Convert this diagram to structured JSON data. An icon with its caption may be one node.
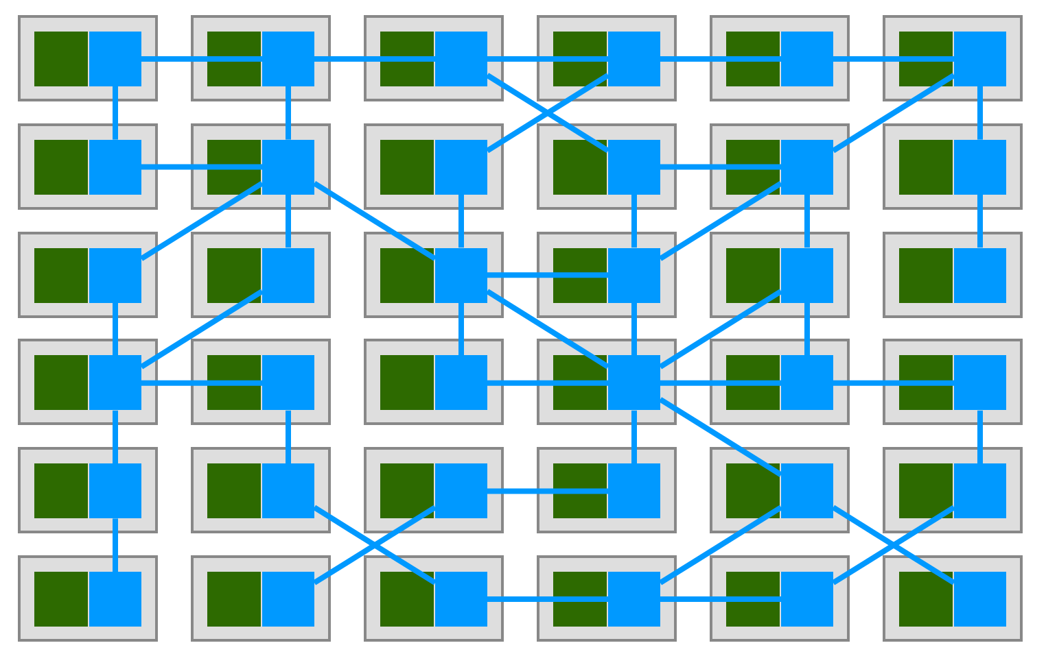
{
  "diagram": {
    "nodes": [
      {
        "text": [],
        "shape": "box"
      },
      {
        "text": [],
        "shape": "box",
        "in": 0
      },
      {
        "text": [],
        "shape": "box"
      },
      {
        "text": [],
        "shape": "box",
        "in": 2
      },
      {
        "text": [],
        "shape": "box"
      },
      {
        "text": [],
        "shape": "box",
        "in": 4
      },
      {
        "text": [],
        "shape": "box"
      },
      {
        "text": [],
        "shape": "box",
        "in": 6
      },
      {
        "text": [],
        "shape": "box"
      },
      {
        "text": [],
        "shape": "box",
        "in": 8
      },
      {
        "text": [],
        "shape": "box"
      },
      {
        "text": [],
        "shape": "box",
        "in": 10
      },
      {
        "text": [],
        "shape": "box"
      },
      {
        "text": [],
        "shape": "box",
        "in": 12
      },
      {
        "text": [],
        "shape": "box"
      },
      {
        "text": [],
        "shape": "box",
        "in": 14
      },
      {
        "text": [],
        "shape": "box"
      },
      {
        "text": [],
        "shape": "box",
        "in": 16
      },
      {
        "text": [],
        "shape": "box"
      },
      {
        "text": [],
        "shape": "box",
        "in": 18
      },
      {
        "text": [],
        "shape": "box"
      },
      {
        "text": [],
        "shape": "box",
        "in": 20
      },
      {
        "text": [],
        "shape": "box"
      },
      {
        "text": [],
        "shape": "box",
        "in": 22
      },
      {
        "text": [],
        "shape": "box"
      },
      {
        "text": [],
        "shape": "box",
        "in": 24
      },
      {
        "text": [],
        "shape": "box"
      },
      {
        "text": [],
        "shape": "box",
        "in": 26
      },
      {
        "text": [],
        "shape": "box"
      },
      {
        "text": [],
        "shape": "box",
        "in": 28
      },
      {
        "text": [],
        "shape": "box"
      },
      {
        "text": [],
        "shape": "box",
        "in": 30
      },
      {
        "text": [],
        "shape": "box"
      },
      {
        "text": [],
        "shape": "box",
        "in": 32
      },
      {
        "text": [],
        "shape": "box"
      },
      {
        "text": [],
        "shape": "box",
        "in": 34
      },
      {
        "text": [],
        "shape": "box"
      },
      {
        "text": [],
        "shape": "box",
        "in": 36
      },
      {
        "text": [],
        "shape": "box"
      },
      {
        "text": [],
        "shape": "box",
        "in": 38
      },
      {
        "text": [],
        "shape": "box"
      },
      {
        "text": [],
        "shape": "box",
        "in": 40
      },
      {
        "text": [],
        "shape": "box"
      },
      {
        "text": [],
        "shape": "box",
        "in": 42
      },
      {
        "text": [],
        "shape": "box"
      },
      {
        "text": [],
        "shape": "box",
        "in": 44
      },
      {
        "text": [],
        "shape": "box"
      },
      {
        "text": [],
        "shape": "box",
        "in": 46
      },
      {
        "text": [],
        "shape": "box"
      },
      {
        "text": [],
        "shape": "box",
        "in": 48
      },
      {
        "text": [],
        "shape": "box"
      },
      {
        "text": [],
        "shape": "box",
        "in": 50
      },
      {
        "text": [],
        "shape": "box"
      },
      {
        "text": [],
        "shape": "box",
        "in": 52
      },
      {
        "text": [],
        "shape": "box"
      },
      {
        "text": [],
        "shape": "box",
        "in": 54
      },
      {
        "text": [],
        "shape": "box"
      },
      {
        "text": [],
        "shape": "box",
        "in": 56
      },
      {
        "text": [],
        "shape": "box"
      },
      {
        "text": [],
        "shape": "box",
        "in": 58
      },
      {
        "text": [],
        "shape": "box"
      },
      {
        "text": [],
        "shape": "box",
        "in": 60
      },
      {
        "text": [],
        "shape": "box"
      },
      {
        "text": [],
        "shape": "box",
        "in": 62
      },
      {
        "text": [],
        "shape": "box"
      },
      {
        "text": [],
        "shape": "box",
        "in": 64
      },
      {
        "text": [],
        "shape": "box"
      },
      {
        "text": [],
        "shape": "box",
        "in": 66
      },
      {
        "text": [],
        "shape": "box"
      },
      {
        "text": [],
        "shape": "box",
        "in": 68
      },
      {
        "text": [],
        "shape": "box"
      },
      {
        "text": [],
        "shape": "box",
        "in": 70
      }
    ],
    "edges": [
      {
        "from": 1,
        "to": 3,
        "arrow": "none"
      },
      {
        "from": 3,
        "to": 5,
        "arrow": "none"
      },
      {
        "from": 5,
        "to": 7,
        "arrow": "none"
      },
      {
        "from": 7,
        "to": 9,
        "arrow": "none"
      },
      {
        "from": 9,
        "to": 11,
        "arrow": "none"
      },
      {
        "from": 5,
        "to": 19,
        "arrow": "none"
      },
      {
        "from": 7,
        "to": 17,
        "arrow": "none"
      },
      {
        "from": 11,
        "to": 21,
        "arrow": "none"
      },
      {
        "from": 1,
        "to": 13,
        "arrow": "none"
      },
      {
        "from": 3,
        "to": 15,
        "arrow": "none"
      },
      {
        "from": 11,
        "to": 23,
        "arrow": "none"
      },
      {
        "from": 13,
        "to": 15,
        "arrow": "none"
      },
      {
        "from": 19,
        "to": 21,
        "arrow": "none"
      },
      {
        "from": 15,
        "to": 25,
        "arrow": "none"
      },
      {
        "from": 15,
        "to": 27,
        "arrow": "none"
      },
      {
        "from": 15,
        "to": 29,
        "arrow": "none"
      },
      {
        "from": 17,
        "to": 29,
        "arrow": "none"
      },
      {
        "from": 19,
        "to": 31,
        "arrow": "none"
      },
      {
        "from": 21,
        "to": 31,
        "arrow": "none"
      },
      {
        "from": 21,
        "to": 33,
        "arrow": "none"
      },
      {
        "from": 23,
        "to": 35,
        "arrow": "none"
      },
      {
        "from": 25,
        "to": 37,
        "arrow": "none"
      },
      {
        "from": 27,
        "to": 37,
        "arrow": "none"
      },
      {
        "from": 29,
        "to": 31,
        "arrow": "none"
      },
      {
        "from": 29,
        "to": 41,
        "arrow": "none"
      },
      {
        "from": 29,
        "to": 43,
        "arrow": "none"
      },
      {
        "from": 31,
        "to": 43,
        "arrow": "none"
      },
      {
        "from": 33,
        "to": 43,
        "arrow": "none"
      },
      {
        "from": 33,
        "to": 45,
        "arrow": "none"
      },
      {
        "from": 37,
        "to": 39,
        "arrow": "none"
      },
      {
        "from": 41,
        "to": 43,
        "arrow": "none"
      },
      {
        "from": 43,
        "to": 45,
        "arrow": "none"
      },
      {
        "from": 45,
        "to": 47,
        "arrow": "none"
      },
      {
        "from": 37,
        "to": 49,
        "arrow": "none"
      },
      {
        "from": 39,
        "to": 51,
        "arrow": "none"
      },
      {
        "from": 43,
        "to": 55,
        "arrow": "none"
      },
      {
        "from": 43,
        "to": 57,
        "arrow": "none"
      },
      {
        "from": 47,
        "to": 59,
        "arrow": "none"
      },
      {
        "from": 53,
        "to": 55,
        "arrow": "none"
      },
      {
        "from": 49,
        "to": 61,
        "arrow": "none"
      },
      {
        "from": 51,
        "to": 65,
        "arrow": "none"
      },
      {
        "from": 53,
        "to": 63,
        "arrow": "none"
      },
      {
        "from": 57,
        "to": 67,
        "arrow": "none"
      },
      {
        "from": 57,
        "to": 71,
        "arrow": "none"
      },
      {
        "from": 59,
        "to": 69,
        "arrow": "none"
      },
      {
        "from": 65,
        "to": 67,
        "arrow": "none"
      },
      {
        "from": 67,
        "to": 69,
        "arrow": "none"
      }
    ]
  }
}
